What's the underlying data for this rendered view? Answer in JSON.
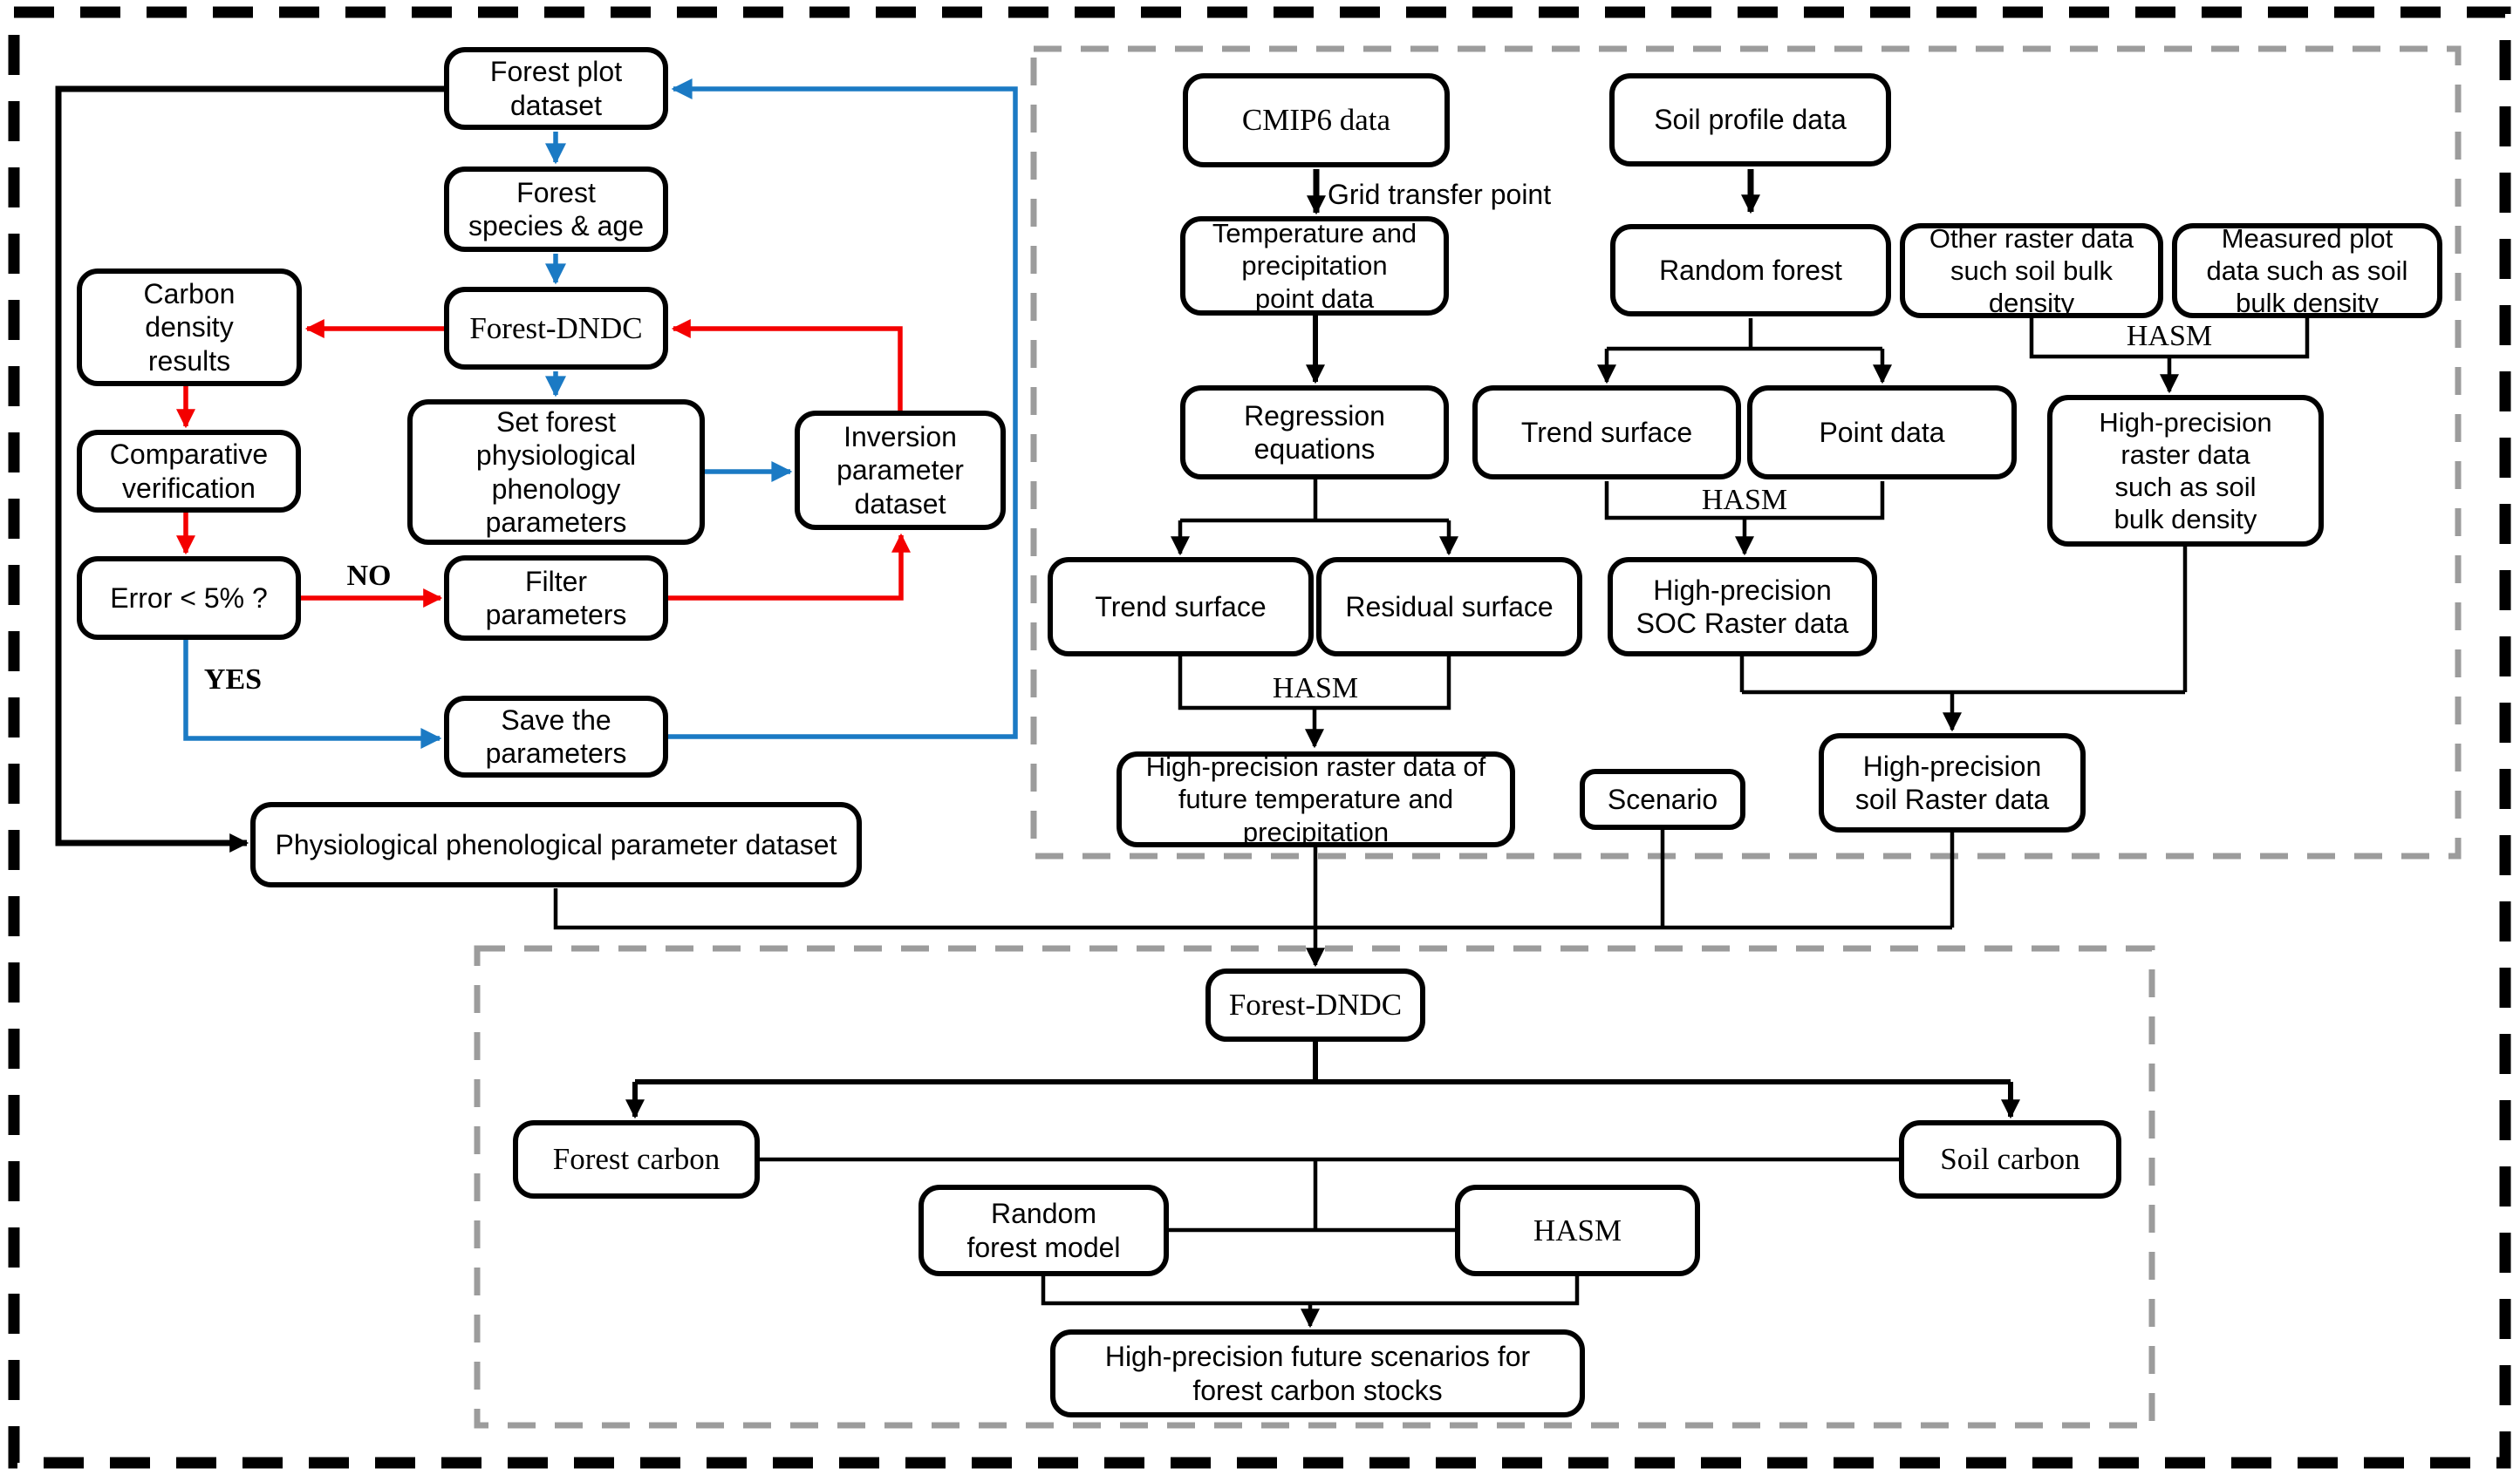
{
  "diagram": {
    "colors": {
      "ink": "#000000",
      "red": "#f40000",
      "blue": "#1b7ac4",
      "gray": "#9c9c9c"
    },
    "nodes": {
      "forest_plot_dataset": {
        "label": "Forest plot\ndataset"
      },
      "forest_species_age": {
        "label": "Forest\nspecies & age"
      },
      "forest_dndc": {
        "label": "Forest-DNDC"
      },
      "carbon_density_results": {
        "label": "Carbon\ndensity\nresults"
      },
      "comparative_verification": {
        "label": "Comparative\nverification"
      },
      "error_check": {
        "label": "Error < 5% ?"
      },
      "set_forest_params": {
        "label": "Set forest\nphysiological\nphenology\nparameters"
      },
      "inversion_dataset": {
        "label": "Inversion\nparameter\ndataset"
      },
      "filter_parameters": {
        "label": "Filter\nparameters"
      },
      "save_parameters": {
        "label": "Save the\nparameters"
      },
      "physio_dataset": {
        "label": "Physiological phenological parameter dataset"
      },
      "cmip6": {
        "label": "CMIP6 data"
      },
      "soil_profile": {
        "label": "Soil profile data"
      },
      "temp_precip_point": {
        "label": "Temperature and\nprecipitation\npoint data"
      },
      "random_forest": {
        "label": "Random forest"
      },
      "other_raster": {
        "label": "Other raster data\nsuch soil bulk\ndensity"
      },
      "measured_plot": {
        "label": "Measured plot\ndata such as soil\nbulk density"
      },
      "regression": {
        "label": "Regression\nequations"
      },
      "trend_surface_a": {
        "label": "Trend surface"
      },
      "residual_surface": {
        "label": "Residual surface"
      },
      "trend_surface_b": {
        "label": "Trend surface"
      },
      "point_data": {
        "label": "Point data"
      },
      "soc_raster": {
        "label": "High-precision\nSOC Raster data"
      },
      "bulk_raster": {
        "label": "High-precision\nraster data\nsuch as soil\nbulk density"
      },
      "future_temp_raster": {
        "label": "High-precision raster data of\nfuture temperature and\nprecipitation"
      },
      "scenario": {
        "label": "Scenario"
      },
      "soil_raster": {
        "label": "High-precision\nsoil Raster data"
      },
      "forest_dndc2": {
        "label": "Forest-DNDC"
      },
      "forest_carbon": {
        "label": "Forest carbon"
      },
      "random_forest_model": {
        "label": "Random\nforest model"
      },
      "hasm_box": {
        "label": "HASM"
      },
      "soil_carbon": {
        "label": "Soil carbon"
      },
      "future_scenarios": {
        "label": "High-precision future scenarios for\nforest carbon stocks"
      }
    },
    "edge_labels": {
      "grid_transfer_point": "Grid transfer point",
      "no": "NO",
      "yes": "YES",
      "hasm_1": "HASM",
      "hasm_2": "HASM",
      "hasm_3": "HASM"
    }
  }
}
